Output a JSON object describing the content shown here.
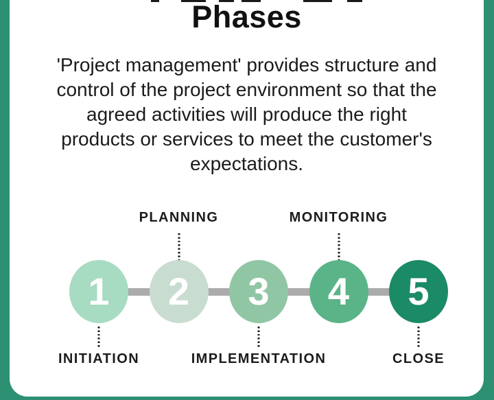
{
  "frame": {
    "border_color": "#2e9073",
    "card_background": "#ffffff"
  },
  "header": {
    "title": "Phases"
  },
  "description": {
    "text": "'Project management' provides structure and control of the project environment so that the agreed activities will produce the right products or services to meet the customer's expectations.",
    "lines": [
      "'Project management' provides structure and",
      "control of the project environment so that the",
      "agreed activities will produce the right",
      "products or services to meet the customer's",
      "expectations."
    ]
  },
  "timeline": {
    "connector_color": "#ababab",
    "number_color": "#ffffff",
    "label_color": "#1c1c1c",
    "steps": [
      {
        "number": "1",
        "label": "INITIATION",
        "label_position": "bottom",
        "color": "#a7dbc2"
      },
      {
        "number": "2",
        "label": "PLANNING",
        "label_position": "top",
        "color": "#c9dcd0"
      },
      {
        "number": "3",
        "label": "IMPLEMENTATION",
        "label_position": "bottom",
        "color": "#90c6a4"
      },
      {
        "number": "4",
        "label": "MONITORING",
        "label_position": "top",
        "color": "#5bb487"
      },
      {
        "number": "5",
        "label": "CLOSE",
        "label_position": "bottom",
        "color": "#1b8a66"
      }
    ]
  }
}
